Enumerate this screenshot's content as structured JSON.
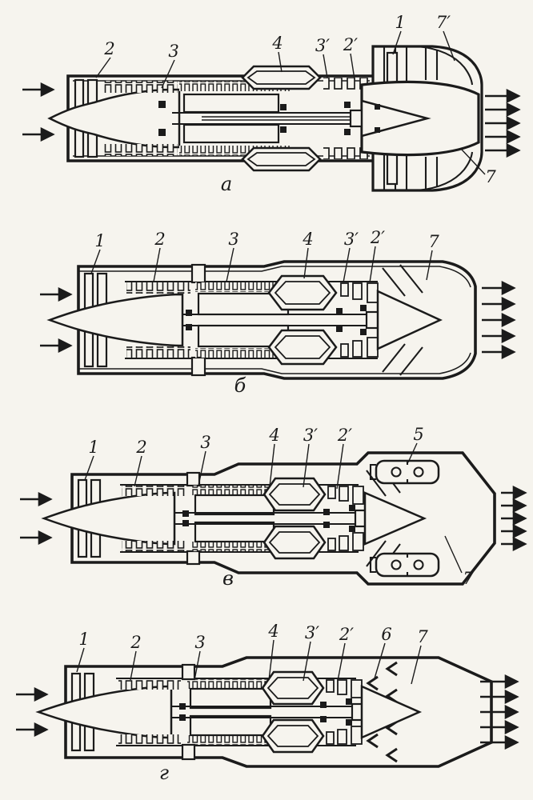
{
  "figure": {
    "paper_color": "#f6f4ee",
    "ink_color": "#1b1b1b",
    "description_visible_text_only": "four engine scheme panels with numeric callouts",
    "panels": [
      {
        "caption": "а",
        "callouts": {
          "n2": "2",
          "n3": "3",
          "n4": "4",
          "n3p": "3′",
          "n2p": "2′",
          "n1": "1",
          "n7p": "7′",
          "n7": "7"
        },
        "inflow_arrows": 2,
        "outflow_arrows": 5
      },
      {
        "caption": "б",
        "callouts": {
          "n1": "1",
          "n2": "2",
          "n3": "3",
          "n4": "4",
          "n3p": "3′",
          "n2p": "2′",
          "n7": "7"
        },
        "inflow_arrows": 2,
        "outflow_arrows": 5
      },
      {
        "caption": "в",
        "callouts": {
          "n1": "1",
          "n2": "2",
          "n3": "3",
          "n4": "4",
          "n3p": "3′",
          "n2p": "2′",
          "n5": "5",
          "n7": "7"
        },
        "inflow_arrows": 2,
        "outflow_arrows": 5
      },
      {
        "caption": "г",
        "callouts": {
          "n1": "1",
          "n2": "2",
          "n3": "3",
          "n4": "4",
          "n3p": "3′",
          "n2p": "2′",
          "n6": "6",
          "n7": "7"
        },
        "inflow_arrows": 2,
        "outflow_arrows": 5
      }
    ]
  }
}
